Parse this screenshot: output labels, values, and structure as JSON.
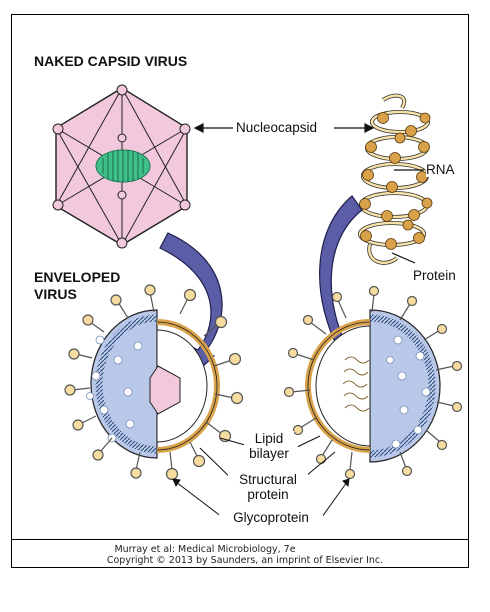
{
  "titles": {
    "naked": "NAKED CAPSID VIRUS",
    "enveloped_line1": "ENVELOPED",
    "enveloped_line2": "VIRUS"
  },
  "labels": {
    "nucleocapsid": "Nucleocapsid",
    "rna": "RNA",
    "protein": "Protein",
    "lipid_bilayer_1": "Lipid",
    "lipid_bilayer_2": "bilayer",
    "structural_1": "Structural",
    "structural_2": "protein",
    "glycoprotein": "Glycoprotein"
  },
  "credit": {
    "line1": "Murray et al: Medical Microbiology, 7e",
    "line2": "Copyright © 2013 by Saunders, an imprint of Elsevier Inc."
  },
  "colors": {
    "capsid_fill": "#f2c9dc",
    "nucleic_acid": "#3fbf8a",
    "envelope_fill": "#b9c8e8",
    "arrow_fill": "#5b5ea6",
    "glycoprotein_fill": "#f7dca0",
    "structural_fill": "#d9a24a"
  }
}
